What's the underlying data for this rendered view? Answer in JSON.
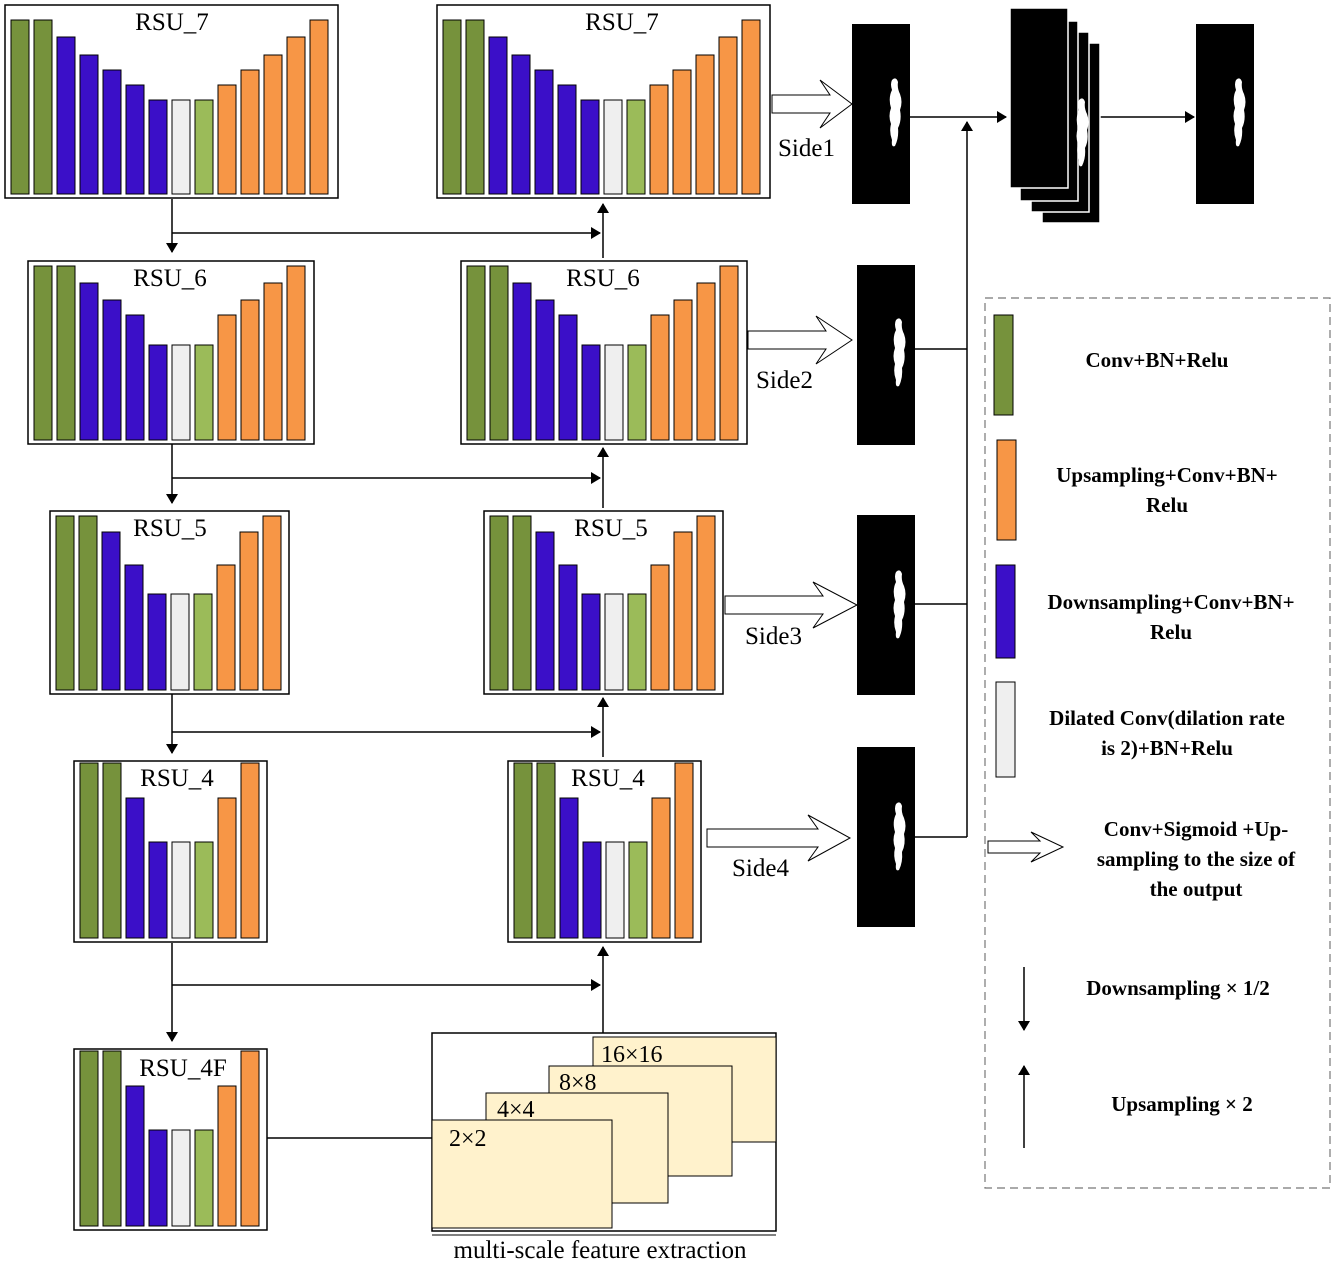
{
  "colors": {
    "conv": "#76923c",
    "down": "#3b0fc8",
    "up": "#f79646",
    "dilated": "#efefef",
    "conv_light": "#9bbb59",
    "feature": "#fff2cc",
    "black": "#000000"
  },
  "encoder": {
    "rsu7": {
      "label": "RSU_7"
    },
    "rsu6": {
      "label": "RSU_6"
    },
    "rsu5": {
      "label": "RSU_5"
    },
    "rsu4": {
      "label": "RSU_4"
    },
    "rsu4f": {
      "label": "RSU_4F"
    }
  },
  "decoder": {
    "rsu7": {
      "label": "RSU_7"
    },
    "rsu6": {
      "label": "RSU_6"
    },
    "rsu5": {
      "label": "RSU_5"
    },
    "rsu4": {
      "label": "RSU_4"
    }
  },
  "sides": {
    "side1": "Side1",
    "side2": "Side2",
    "side3": "Side3",
    "side4": "Side4"
  },
  "multiscale": {
    "caption": "multi-scale feature extraction",
    "scales": [
      "16×16",
      "8×8",
      "4×4",
      "2×2"
    ]
  },
  "legend": {
    "conv": "Conv+BN+Relu",
    "up_line1": "Upsampling+Conv+BN+",
    "up_line2": "Relu",
    "down_line1": "Downsampling+Conv+BN+",
    "down_line2": "Relu",
    "dilated_line1": "Dilated Conv(dilation rate",
    "dilated_line2": "is 2)+BN+Relu",
    "side_line1": "Conv+Sigmoid +Up-",
    "side_line2": "sampling to the size of",
    "side_line3": "the output",
    "downsample": "Downsampling × 1/2",
    "upsample": "Upsampling × 2"
  }
}
